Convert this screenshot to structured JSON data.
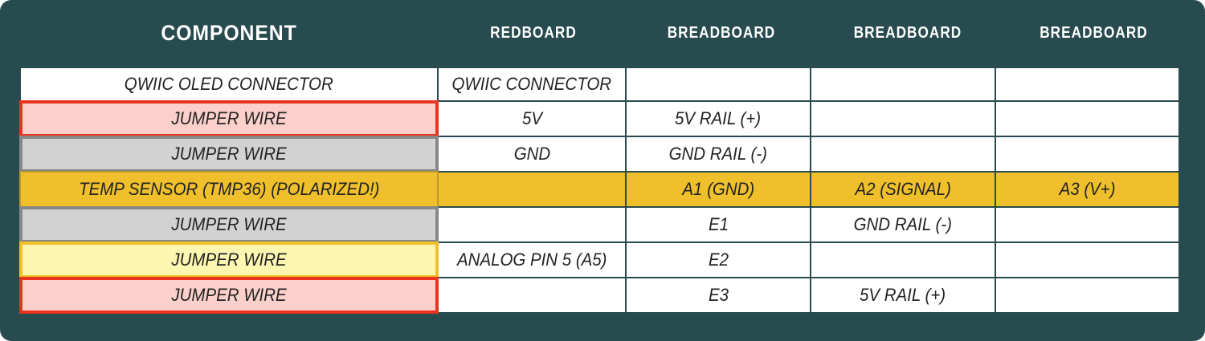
{
  "diagram": {
    "background_color": "#274b4f",
    "accent_colors": {
      "red_wire_fill": "#fbd0ca",
      "red_wire_border": "#e8341f",
      "gray_wire_fill": "#d2d2d2",
      "gray_wire_border": "#878787",
      "gold_fill": "#efc02c",
      "pale_yellow_fill": "#fcf6b0",
      "grid_line": "#274b4f",
      "text": "#232323",
      "header_text": "#ffffff"
    }
  },
  "table": {
    "headers": [
      "COMPONENT",
      "REDBOARD",
      "BREADBOARD",
      "BREADBOARD",
      "BREADBOARD"
    ],
    "rows": [
      {
        "style": "plain",
        "cells": [
          "QWIIC OLED CONNECTOR",
          "QWIIC CONNECTOR",
          "",
          "",
          ""
        ]
      },
      {
        "style": "red",
        "cells": [
          "JUMPER WIRE",
          "5V",
          "5V RAIL (+)",
          "",
          ""
        ]
      },
      {
        "style": "gray",
        "cells": [
          "JUMPER WIRE",
          "GND",
          "GND RAIL (-)",
          "",
          ""
        ]
      },
      {
        "style": "gold",
        "cells": [
          "TEMP SENSOR (TMP36) (POLARIZED!)",
          "",
          "A1 (GND)",
          "A2 (SIGNAL)",
          "A3 (V+)"
        ]
      },
      {
        "style": "gray",
        "cells": [
          "JUMPER WIRE",
          "",
          "E1",
          "GND RAIL (-)",
          ""
        ]
      },
      {
        "style": "paleyellow",
        "cells": [
          "JUMPER WIRE",
          "ANALOG PIN 5 (A5)",
          "E2",
          "",
          ""
        ]
      },
      {
        "style": "red",
        "cells": [
          "JUMPER WIRE",
          "",
          "E3",
          "5V RAIL (+)",
          ""
        ]
      }
    ]
  }
}
